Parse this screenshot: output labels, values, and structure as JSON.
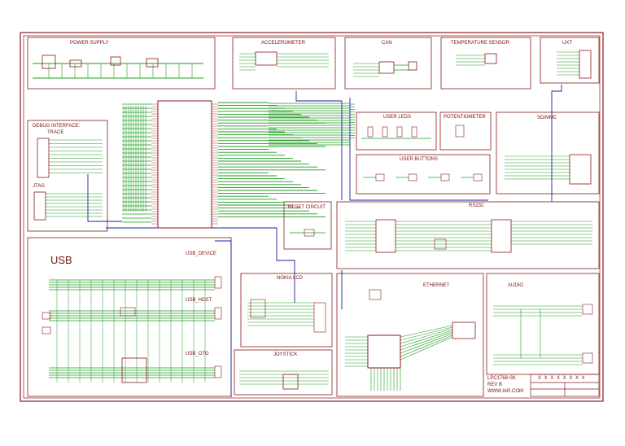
{
  "sheet": {
    "name": "schematic-sheet"
  },
  "colors": {
    "frame": "#8b1a1a",
    "wire": "#1e9b1e",
    "bus": "#1e1ea0",
    "background": "#ffffff"
  },
  "blocks": {
    "power_supply": "POWER SUPPLY",
    "accelerometer": "ACCELEROMETER",
    "can": "CAN",
    "temperature_sensor": "TEMPERATURE SENSOR",
    "uxt": "UXT",
    "debug_interface": "DEBUG INTERFACE:",
    "trace": "TRACE",
    "jtag": "JTAG",
    "user_leds": "USER LEDS",
    "potentiometer": "POTENTIOMETER",
    "sd_mmc": "SD/MMC",
    "user_buttons": "USER BUTTONS",
    "reset_circuit": "RESET CIRCUIT",
    "rs232": "RS232",
    "usb": "USB",
    "usb_device": "USB_DEVICE",
    "usb_host": "USB_HOST",
    "usb_otg": "USB_OTG",
    "nokia_lcd": "NOKIA LCD",
    "joystick": "JOYSTICK",
    "ethernet": "ETHERNET",
    "audio": "AUDIO"
  },
  "board": {
    "model": "LPC1768-SK",
    "revision": "REV B",
    "website": "WWW.IAR.COM"
  },
  "title_block": {
    "marks": "X X X X X X X X"
  }
}
